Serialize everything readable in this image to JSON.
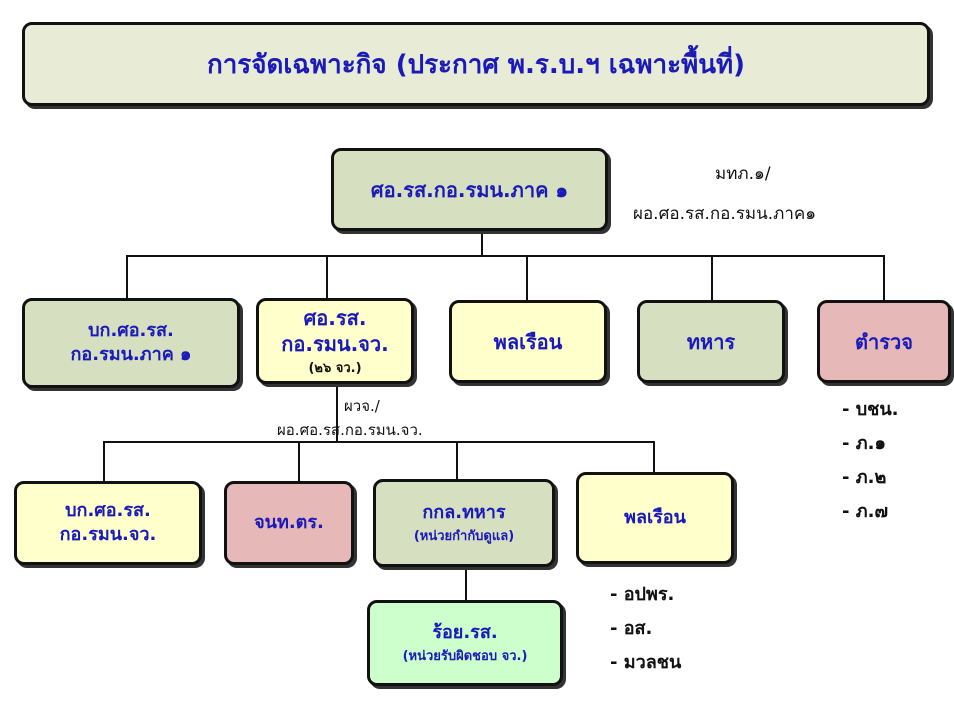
{
  "title": "การจัดเฉพาะกิจ (ประกาศ พ.ร.บ.ฯ เฉพาะพื้นที่)",
  "top_node": {
    "label": "ศอ.รส.กอ.รมน.ภาค ๑"
  },
  "top_note": {
    "line1": "มทภ.๑/",
    "line2": "ผอ.ศอ.รส.กอ.รมน.ภาค๑"
  },
  "level2": {
    "bk_region": {
      "line1": "บก.ศอ.รส.",
      "line2": "กอ.รมน.ภาค ๑"
    },
    "soc_province": {
      "line1": "ศอ.รส.",
      "line2": "กอ.รมน.จว.",
      "sub": "(๒๖ จว.)"
    },
    "civilian": {
      "label": "พลเรือน"
    },
    "military": {
      "label": "ทหาร"
    },
    "police": {
      "label": "ตำรวจ"
    }
  },
  "province_note": {
    "line1": "ผวจ./",
    "line2": "ผอ.ศอ.รส.กอ.รมน.จว."
  },
  "police_list": [
    "- บชน.",
    "- ภ.๑",
    "- ภ.๒",
    "- ภ.๗"
  ],
  "level3": {
    "bk_province": {
      "line1": "บก.ศอ.รส.",
      "line2": "กอ.รมน.จว."
    },
    "police_officers": {
      "label": "จนท.ตร."
    },
    "military_unit": {
      "line1": "กกล.ทหาร",
      "sub": "(หน่วยกำกับดูแล)"
    },
    "civilian": {
      "label": "พลเรือน"
    }
  },
  "company": {
    "line1": "ร้อย.รส.",
    "sub": "(หน่วยรับผิดชอบ จว.)"
  },
  "civilian_list": [
    "- อปพร.",
    "- อส.",
    "- มวลชน"
  ]
}
